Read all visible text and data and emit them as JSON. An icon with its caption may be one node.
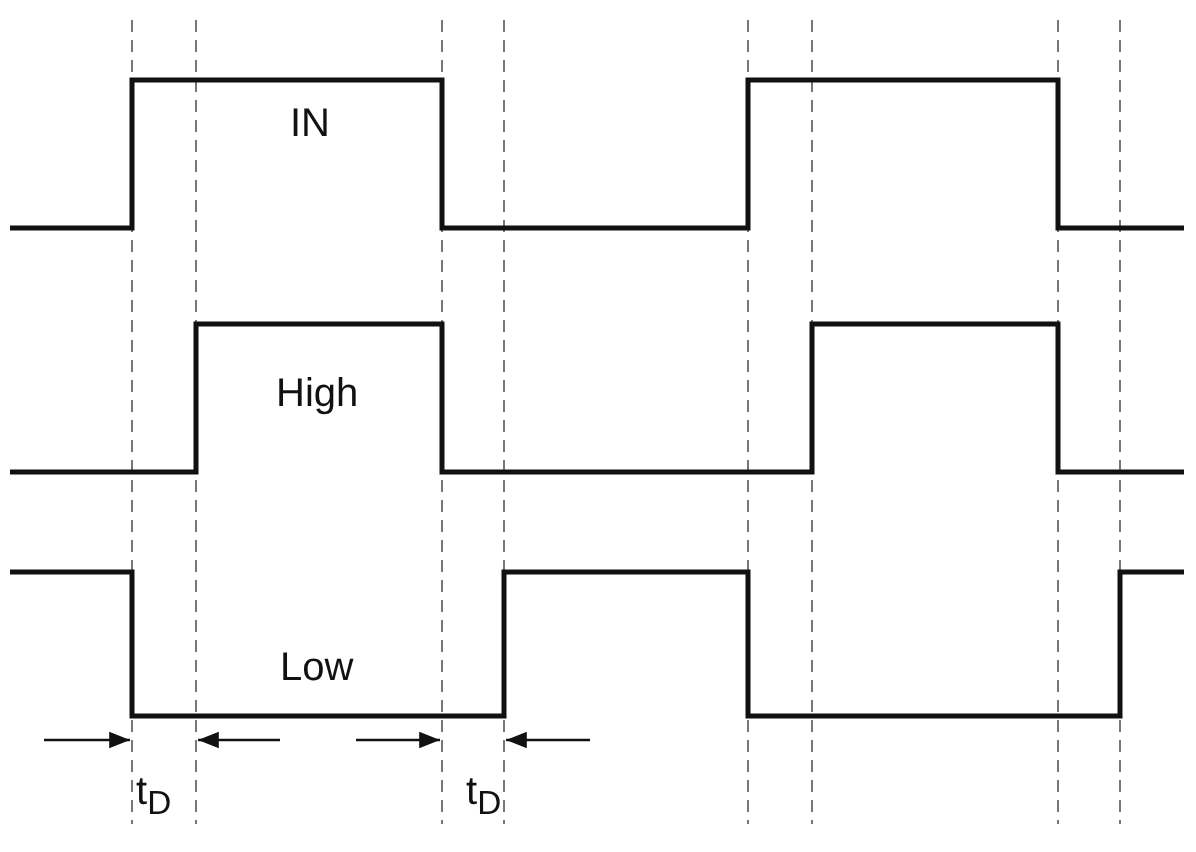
{
  "diagram": {
    "labels": [
      "IN",
      "High",
      "Low",
      "t$_{D}$",
      "t$_{D}$"
    ]
  }
}
